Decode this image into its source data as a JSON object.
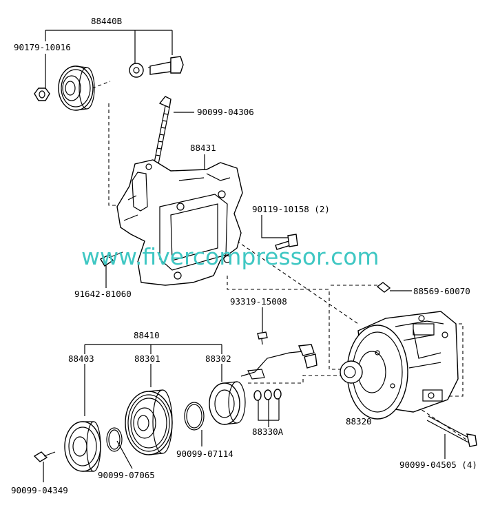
{
  "watermark": "www.fivercompressor.com",
  "labels": {
    "l88440b": "88440B",
    "l90179": "90179-10016",
    "l90099_04306": "90099-04306",
    "l88431": "88431",
    "l90119": "90119-10158 (2)",
    "l91642": "91642-81060",
    "l88569": "88569-60070",
    "l93319": "93319-15008",
    "l88410": "88410",
    "l88403": "88403",
    "l88301": "88301",
    "l88302": "88302",
    "l88330a": "88330A",
    "l88320": "88320",
    "l90099_07114": "90099-07114",
    "l90099_07065": "90099-07065",
    "l90099_04349": "90099-04349",
    "l90099_04505": "90099-04505 (4)"
  }
}
